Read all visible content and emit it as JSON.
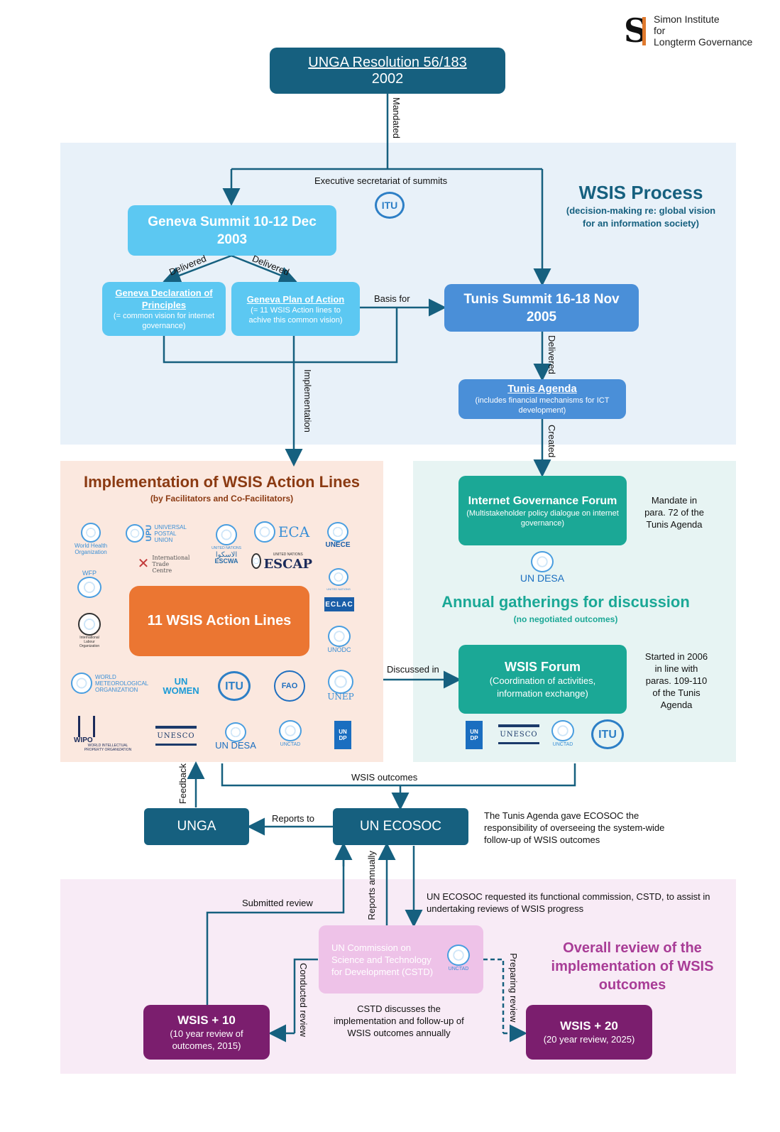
{
  "brand": {
    "line1": "Simon Institute",
    "line2": "for",
    "line3": "Longterm Governance"
  },
  "unga_resolution": {
    "title": "UNGA Resolution 56/183",
    "year": "2002"
  },
  "labels": {
    "mandated": "Mandated",
    "exec_secretariat": "Executive secretariat of summits",
    "delivered_left": "Delivered",
    "delivered_right": "Delivered",
    "basis_for": "Basis for",
    "implementation": "Implementation",
    "delivered_tunis": "Delivered",
    "created": "Created",
    "discussed_in": "Discussed in",
    "wsis_outcomes": "WSIS outcomes",
    "feedback": "Feedback",
    "reports_to": "Reports to",
    "submitted_review": "Submitted review",
    "reports_annually": "Reports annually",
    "conducted_review": "Conducted review",
    "preparing_review": "Preparing review"
  },
  "wsis_process": {
    "title": "WSIS Process",
    "subtitle": "(decision-making re: global vision for an information society)"
  },
  "geneva_summit": {
    "title": "Geneva Summit 10-12 Dec 2003"
  },
  "geneva_declaration": {
    "title": "Geneva Declaration of Principles",
    "desc": "(= common vision for internet governance)"
  },
  "geneva_plan": {
    "title": "Geneva Plan of Action",
    "desc": "(= 11 WSIS Action lines to achive this common vision)"
  },
  "tunis_summit": {
    "title": "Tunis Summit 16-18 Nov 2005"
  },
  "tunis_agenda": {
    "title": "Tunis Agenda",
    "desc": "(includes financial mechanisms for ICT development)"
  },
  "implementation": {
    "title": "Implementation of WSIS Action Lines",
    "subtitle": "(by Facilitators and Co-Facilitators)",
    "center": "11 WSIS Action Lines"
  },
  "igf": {
    "title": "Internet Governance Forum",
    "desc": "(Multistakeholder policy dialogue on internet governance)",
    "note": "Mandate in para. 72 of the Tunis Agenda"
  },
  "annual": {
    "title": "Annual gatherings for discussion",
    "subtitle": "(no negotiated outcomes)"
  },
  "wsis_forum": {
    "title": "WSIS Forum",
    "desc": "(Coordination of activities, information exchange)",
    "note": "Started in 2006 in line with paras. 109-110 of the Tunis Agenda"
  },
  "unga": {
    "title": "UNGA"
  },
  "ecosoc": {
    "title": "UN ECOSOC",
    "note": "The Tunis Agenda gave ECOSOC the responsibility of overseeing the system-wide follow-up of WSIS outcomes"
  },
  "cstd_request_note": "UN ECOSOC requested its functional commission, CSTD, to assist  in undertaking reviews of WSIS progress",
  "cstd": {
    "title": "UN Commission on Science and Technology for Development (CSTD)",
    "note": "CSTD discusses the implementation and follow-up of WSIS outcomes annually"
  },
  "overall_review": {
    "title": "Overall review of the implementation of WSIS outcomes"
  },
  "wsis10": {
    "title": "WSIS + 10",
    "desc": "(10 year review of outcomes, 2015)"
  },
  "wsis20": {
    "title": "WSIS + 20",
    "desc": "(20 year review, 2025)"
  },
  "logos": {
    "itu": "ITU",
    "who": "World Health Organization",
    "upu": "UNIVERSAL POSTAL UNION",
    "upu_short": "UPU",
    "un_small": "UNITED NATIONS",
    "escwa": "ESCWA",
    "escwa_ar": "الاسكوا",
    "eca": "ECA",
    "unece": "UNECE",
    "itc": "International Trade Centre",
    "escap": "ESCAP",
    "escap_un": "UNITED NATIONS",
    "wfp": "WFP",
    "ilo": "International Labour Organization",
    "eclac": "ECLAC",
    "unodc": "UNODC",
    "wmo": "WORLD METEOROLOGICAL ORGANIZATION",
    "unwomen": "UN WOMEN",
    "fao": "FAO",
    "unep": "UNEP",
    "wipo": "WIPO",
    "wipo_desc": "WORLD INTELLECTUAL PROPERTY ORGANIZATION",
    "unesco": "UNESCO",
    "undesa": "UN DESA",
    "unctad": "UNCTAD",
    "undp": "UN DP"
  },
  "colors": {
    "dark_teal": "#16607f",
    "light_blue": "#5cc8f2",
    "mid_blue": "#4a8fd8",
    "orange": "#eb7632",
    "green": "#1ba896",
    "purple": "#7b1e6e",
    "pink_box": "#eec2e8",
    "wsis_bg": "#e8f1f9",
    "impl_bg": "#fbe8df",
    "annual_bg": "#e7f4f3",
    "review_bg": "#f8ebf6"
  }
}
